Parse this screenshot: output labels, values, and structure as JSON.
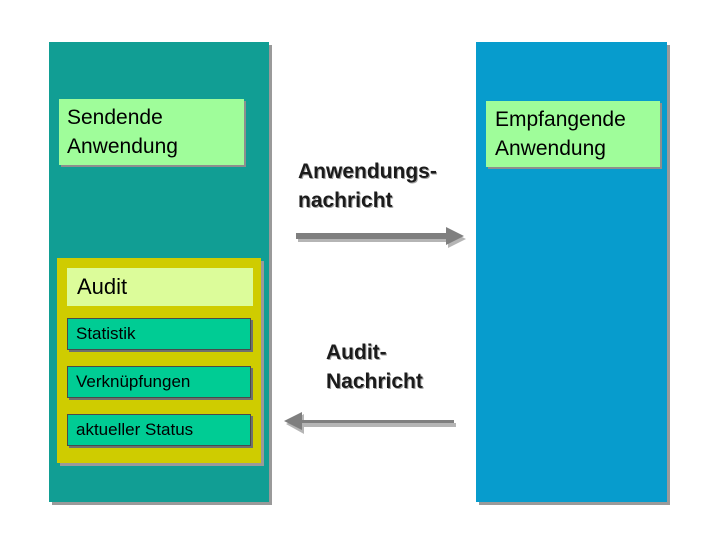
{
  "sender": {
    "lines": [
      "Sendende",
      "Anwendung"
    ]
  },
  "receiver": {
    "lines": [
      "Empfangende",
      "Anwendung"
    ]
  },
  "audit": {
    "title": "Audit",
    "items": [
      "Statistik",
      "Verknüpfungen",
      "aktueller Status"
    ]
  },
  "messages": {
    "application": [
      "Anwendungs-",
      "nachricht"
    ],
    "audit": [
      "Audit-",
      "Nachricht"
    ]
  },
  "colors": {
    "sender_panel": "#119e94",
    "receiver_panel": "#079ccd",
    "app_box": "#9ffd9a",
    "audit_container": "#cfcc00",
    "audit_title": "#dcfc9a",
    "audit_item": "#00cc94",
    "arrow": "#7f7f7f"
  }
}
